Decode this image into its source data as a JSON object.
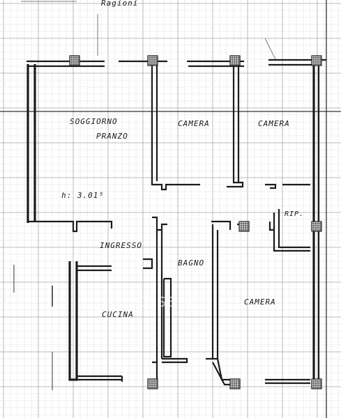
{
  "header_text": "Ragioni",
  "rooms": {
    "soggiorno": "SOGGIORNO",
    "pranzo": "PRANZO",
    "camera_1": "CAMERA",
    "camera_2": "CAMERA",
    "camera_3": "CAMERA",
    "rip": "RIP.",
    "ingresso": "INGRESSO",
    "bagno": "BAGNO",
    "cucina": "CUCINA"
  },
  "ceiling_height": "h: 3.01⁵",
  "watermark": "casa.it"
}
